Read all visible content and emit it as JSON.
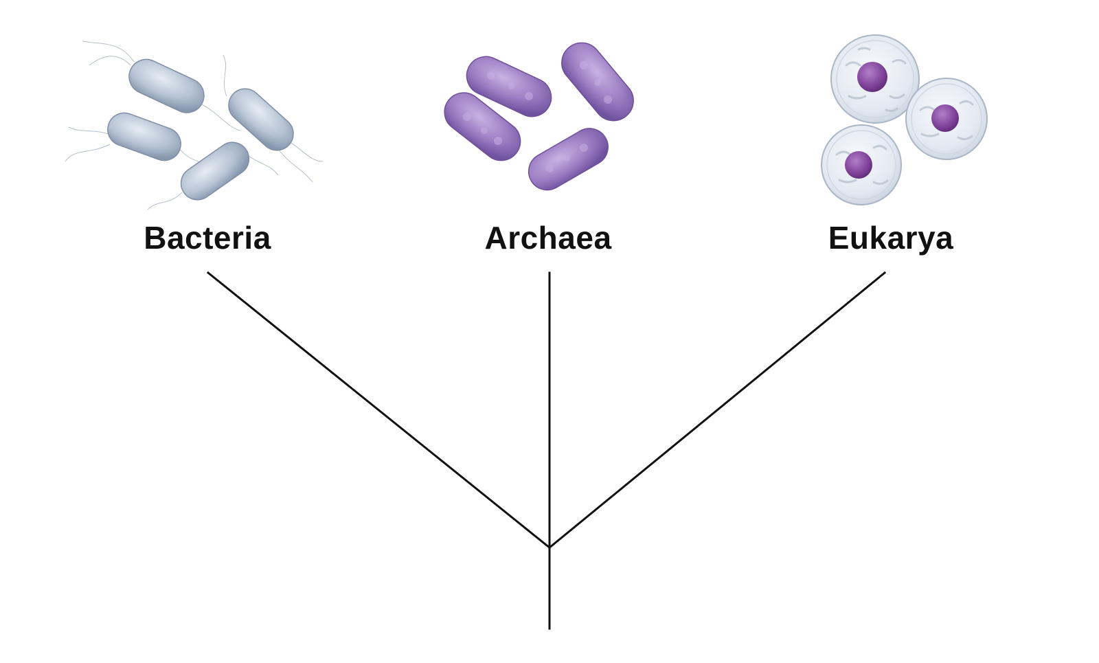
{
  "tree": {
    "domains": [
      {
        "key": "bacteria",
        "label": "Bacteria",
        "illustration_icon": "rod-bacteria-icon"
      },
      {
        "key": "archaea",
        "label": "Archaea",
        "illustration_icon": "rod-archaea-icon"
      },
      {
        "key": "eukarya",
        "label": "Eukarya",
        "illustration_icon": "eukaryotic-cell-icon"
      }
    ]
  },
  "colors": {
    "line": "#111111",
    "bacteria_fill": "#b7c3d3",
    "bacteria_stroke": "#7f8ea4",
    "archaea_fill": "#9b7cc2",
    "archaea_stroke": "#6f4f97",
    "cell_fill": "#e9eef5",
    "cell_stroke": "#aab6c6",
    "nucleus": "#7d3f97",
    "label": "#111111"
  }
}
